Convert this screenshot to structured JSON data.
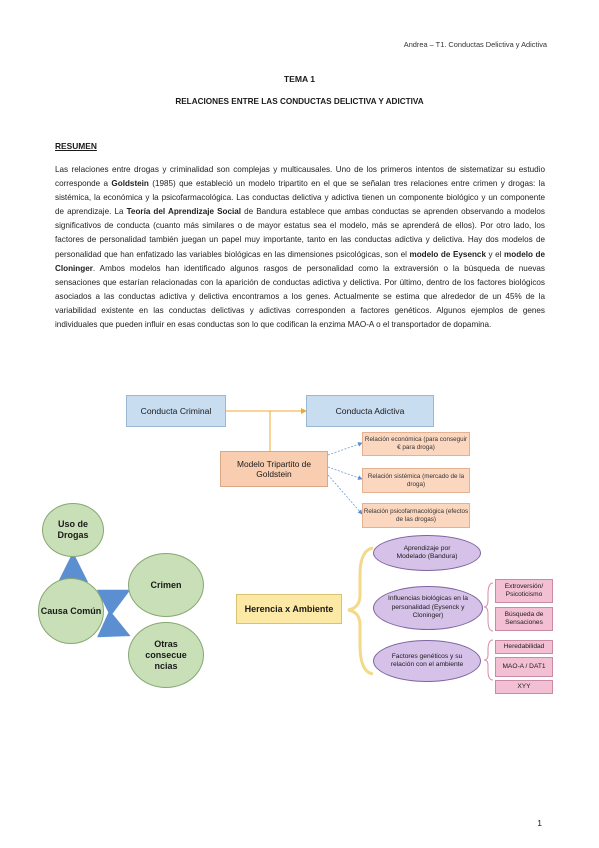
{
  "header": {
    "author_course": "Andrea – T1. Conductas Delictiva y Adictiva"
  },
  "title": {
    "tema": "TEMA 1",
    "subtitle": "RELACIONES ENTRE LAS CONDUCTAS DELICTIVA Y ADICTIVA"
  },
  "summary": {
    "heading": "RESUMEN",
    "p1": "Las relaciones entre drogas y criminalidad son complejas y multicausales. Uno de los primeros intentos de sistematizar su estudio corresponde a ",
    "goldstein": "Goldstein",
    "p2": " (1985) que estableció un modelo tripartito en el que se señalan tres relaciones entre crimen y drogas: la sistémica, la económica y la psicofarmacológica. Las conductas delictiva y adictiva tienen un componente biológico y un componente de aprendizaje. La ",
    "teoria": "Teoría del Aprendizaje Social",
    "p3": " de Bandura establece que ambas conductas se aprenden observando a modelos significativos de conducta (cuanto más similares o de mayor estatus sea el modelo, más se aprenderá de ellos). Por otro lado, los factores de personalidad también juegan un papel muy importante, tanto en las conductas adictiva y delictiva. Hay dos modelos de personalidad que han enfatizado las variables biológicas en las dimensiones psicológicas, son el ",
    "eysenck": "modelo de Eysenck",
    "p4": " y el ",
    "cloninger": "modelo de Cloninger",
    "p5": ". Ambos modelos han identificado algunos rasgos de personalidad como la extraversión o la búsqueda de nuevas sensaciones que estarían relacionadas con la aparición de conductas adictiva y delictiva. Por último, dentro de los factores biológicos asociados a las conductas adictiva y delictiva encontramos a los genes. Actualmente se estima que alrededor de un 45% de la variabilidad existente en las conductas delictivas y adictivas corresponden a factores genéticos. Algunos ejemplos de genes individuales que pueden influir en esas conductas son lo que codifican la enzima MAO-A o el transportador de dopamina."
  },
  "diagram": {
    "criminal": "Conducta Criminal",
    "adictiva": "Conducta Adictiva",
    "modelo": "Modelo Tripartito de Goldstein",
    "rel_economica": "Relación económica (para conseguir € para droga)",
    "rel_sistemica": "Relación sistémica (mercado de la droga)",
    "rel_psico": "Relación psicofarmacológica (efectos de las drogas)",
    "uso_drogas": "Uso de Drogas",
    "causa_comun": "Causa Común",
    "crimen": "Crimen",
    "otras": "Otras consecue ncias",
    "herencia": "Herencia x Ambiente",
    "aprendizaje": "Aprendizaje por Modelado (Bandura)",
    "influencias": "Influencias biológicas en la personalidad (Eysenck y Cloninger)",
    "factores": "Factores genéticos y su relación con el ambiente",
    "extraversion": "Extroversión/ Psicoticismo",
    "busqueda": "Búsqueda de Sensaciones",
    "heredabilidad": "Heredabilidad",
    "maoa": "MAO-A / DAT1",
    "xyy": "XYY"
  },
  "footer": {
    "page": "1"
  },
  "colors": {
    "blue": "#c9ddf1",
    "peach": "#f8cdb0",
    "green": "#c8dfb7",
    "purple": "#d6c1e8",
    "pink": "#f3c0d3",
    "yellow": "#fde9a6",
    "arrow_orange": "#f0a830",
    "arrow_blue": "#5b8fd1"
  }
}
